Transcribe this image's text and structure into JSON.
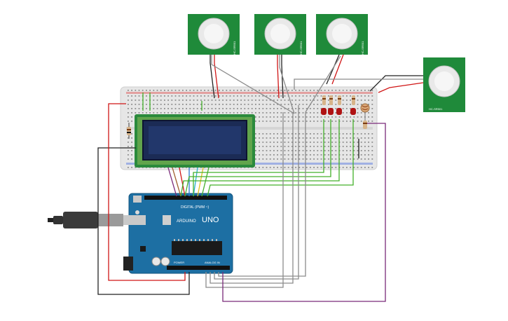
{
  "colors": {
    "pcb_green": "#1f8a3a",
    "arduino_blue": "#1d6fa3",
    "breadboard": "#e6e6e6",
    "lcd_frame": "#c9d46a",
    "lcd_screen": "#1b2b55",
    "wire_red": "#d01616",
    "wire_black": "#222222",
    "wire_gray": "#8c8c8c",
    "wire_green": "#43b02a",
    "wire_purple": "#7a2a7a",
    "led_red": "#b01313"
  },
  "arduino": {
    "model_label": "UNO",
    "brand_label": "ARDUINO",
    "digital_label": "DIGITAL (PWM ~)",
    "power_label": "POWER",
    "analog_label": "ANALOG IN"
  },
  "pir_label": "HC-SR501",
  "pir_count": 4,
  "led_count": 4,
  "icons": [
    "usb-cable-icon",
    "pir-sensor-icon",
    "lcd-display-icon",
    "led-icon",
    "resistor-icon",
    "photoresistor-icon"
  ]
}
